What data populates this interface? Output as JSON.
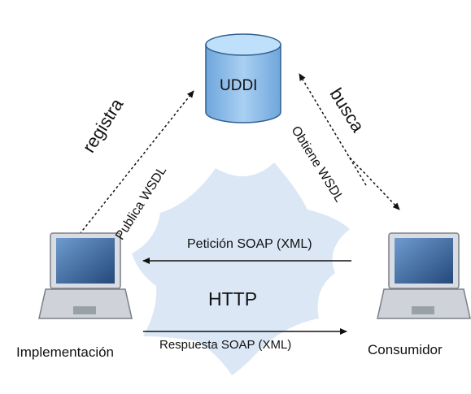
{
  "diagram": {
    "registry": {
      "label": "UDDI",
      "icon": "database-cylinder-icon"
    },
    "provider": {
      "label": "Implementación",
      "icon": "laptop-icon"
    },
    "consumer": {
      "label": "Consumidor",
      "icon": "laptop-icon"
    },
    "center_label": "HTTP",
    "center_icon": "cloud-network-icon",
    "edges": {
      "register": {
        "label": "registra",
        "sublabel": "Publica WSDL"
      },
      "find": {
        "label": "busca",
        "sublabel": "Obtiene WSDL"
      },
      "request": {
        "label": "Petición SOAP (XML)"
      },
      "response": {
        "label": "Respuesta SOAP (XML)"
      }
    },
    "colors": {
      "cloud": "#dbe7f5",
      "database_fill": "#8fbde8",
      "database_stroke": "#2f5f8f",
      "laptop_body": "#d9dde3",
      "laptop_screen": "#3f6fa6",
      "arrow": "#111111"
    }
  }
}
